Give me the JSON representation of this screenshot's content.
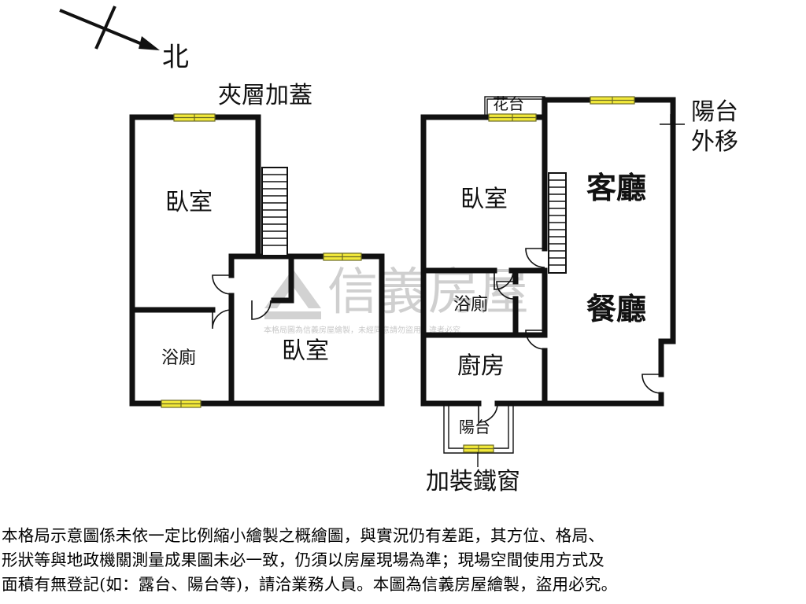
{
  "compass": {
    "label": "北"
  },
  "titles": {
    "mezzanine": "夾層加蓋",
    "balcony_moved": [
      "陽台",
      "外移"
    ],
    "iron_window": "加裝鐵窗"
  },
  "left_plan": {
    "bedroom_top": "臥室",
    "bathroom": "浴廁",
    "bedroom_bottom": "臥室"
  },
  "right_plan": {
    "planter": "花台",
    "bedroom": "臥室",
    "living_room": "客廳",
    "dining_room": "餐廳",
    "bathroom": "浴廁",
    "kitchen": "廚房",
    "balcony": "陽台"
  },
  "watermark": {
    "brand": "信義房屋",
    "notice": "本格局圖為信義房屋繪製，未經同意請勿盜用，違者必究"
  },
  "disclaimer": [
    "本格局示意圖係未依一定比例縮小繪製之概繪圖，與實況仍有差距，其方位、格局、",
    "形狀等與地政機關測量成果圖未必一致，仍須以房屋現場為準；現場空間使用方式及",
    "面積有無登記(如：露台、陽台等)，請洽業務人員。本圖為信義房屋繪製，盜用必究。"
  ],
  "colors": {
    "wall": "#111111",
    "window_fill": "#f2e93a",
    "window_stroke": "#6b6a25",
    "watermark": "#cfcfcf"
  }
}
